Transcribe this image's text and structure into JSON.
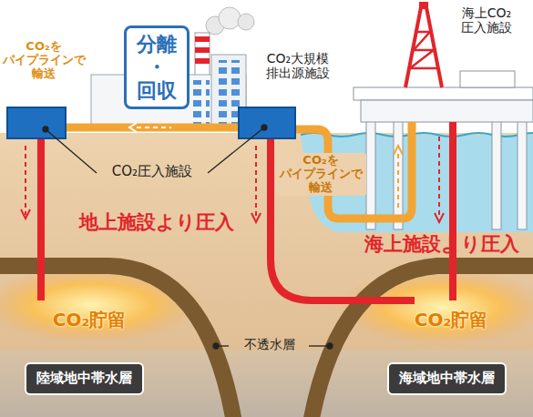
{
  "diagram": {
    "nodes": [
      {
        "text": [
          "分離 ・ 回収"
        ]
      },
      {
        "text": [
          "陸域地中帯水層"
        ]
      },
      {
        "text": [
          "海域地中帯水層"
        ]
      }
    ],
    "labels": [
      "CO₂を パイプラインで 輸送",
      "CO₂大規模 排出源施設",
      "海上CO₂ 圧入施設",
      "CO₂圧入施設",
      "CO₂を パイプラインで 輸送",
      "地上施設より圧入",
      "海上施設より圧入",
      "CO₂貯留",
      "CO₂貯留",
      "不透水層"
    ]
  }
}
